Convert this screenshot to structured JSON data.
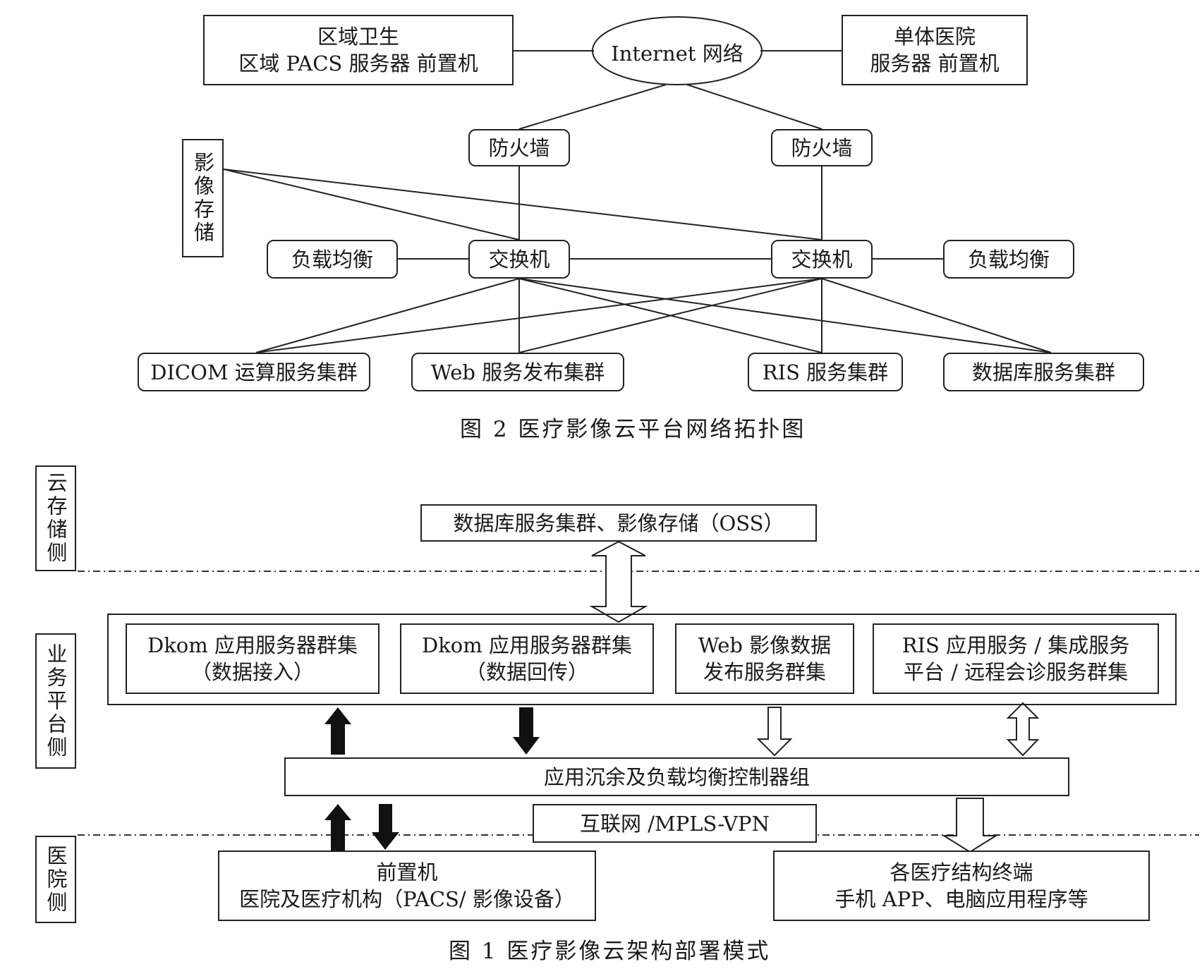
{
  "figure2": {
    "caption": "图 2    医疗影像云平台网络拓扑图",
    "regional": {
      "line1": "区域卫生",
      "line2": "区域 PACS 服务器  前置机"
    },
    "internet": "Internet 网络",
    "single_hospital": {
      "line1": "单体医院",
      "line2": "服务器     前置机"
    },
    "firewall_left": "防火墙",
    "firewall_right": "防火墙",
    "image_storage": "影像存储",
    "load_balance_left": "负载均衡",
    "switch_left": "交换机",
    "switch_right": "交换机",
    "load_balance_right": "负载均衡",
    "clusters": [
      "DICOM 运算服务集群",
      "Web 服务发布集群",
      "RIS 服务集群",
      "数据库服务集群"
    ]
  },
  "figure1": {
    "caption": "图 1    医疗影像云架构部署模式",
    "side_cloud": "云存储侧",
    "side_business": "业务平台侧",
    "side_hospital": "医院侧",
    "storage_box": "数据库服务集群、影像存储（OSS）",
    "services": [
      {
        "line1": "Dkom 应用服务器群集",
        "line2": "（数据接入）"
      },
      {
        "line1": "Dkom 应用服务器群集",
        "line2": "（数据回传）"
      },
      {
        "line1": "Web 影像数据",
        "line2": "发布服务群集"
      },
      {
        "line1": "RIS 应用服务 / 集成服务",
        "line2": "平台 / 远程会诊服务群集"
      }
    ],
    "controller": "应用沉余及负载均衡控制器组",
    "network": "互联网 /MPLS-VPN",
    "front_machine": {
      "line1": "前置机",
      "line2": "医院及医疗机构（PACS/ 影像设备）"
    },
    "terminals": {
      "line1": "各医疗结构终端",
      "line2": "手机 APP、电脑应用程序等"
    }
  }
}
